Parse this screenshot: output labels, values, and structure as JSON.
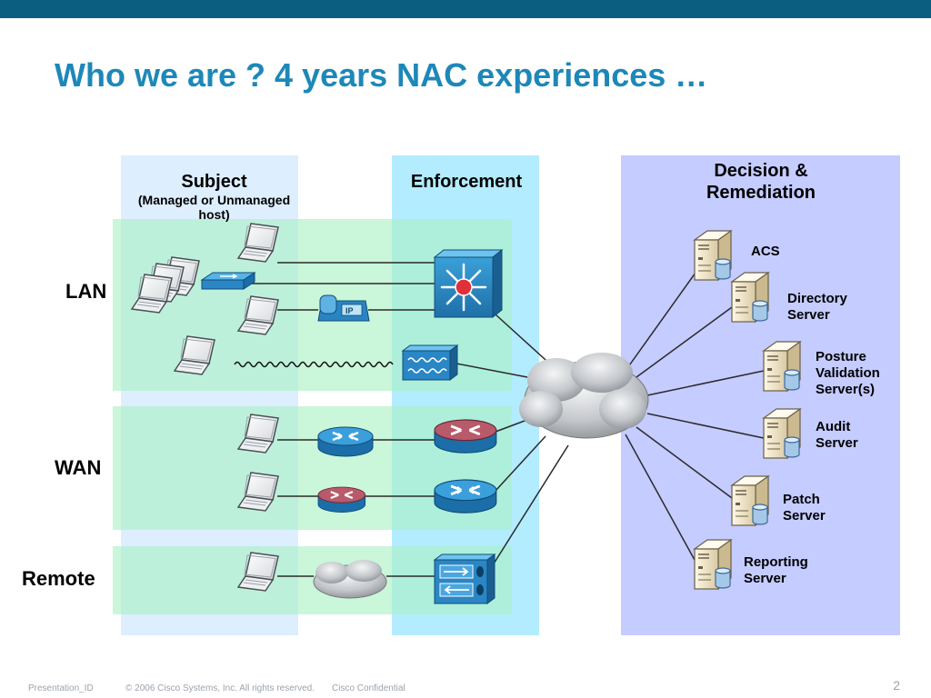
{
  "slide": {
    "title": "Who we are ? 4 years NAC experiences …",
    "page_number": "2"
  },
  "columns": {
    "subject": {
      "title": "Subject",
      "subtitle_line1": "(Managed or Unmanaged",
      "subtitle_line2": "host)"
    },
    "enforcement": {
      "title": "Enforcement"
    },
    "decision": {
      "title_line1": "Decision &",
      "title_line2": "Remediation"
    }
  },
  "rows": {
    "lan": "LAN",
    "wan": "WAN",
    "remote": "Remote"
  },
  "servers": [
    {
      "line1": "ACS",
      "line2": ""
    },
    {
      "line1": "Directory",
      "line2": "Server"
    },
    {
      "line1": "Posture",
      "line2": "Validation",
      "line3": "Server(s)"
    },
    {
      "line1": "Audit",
      "line2": "Server"
    },
    {
      "line1": "Patch",
      "line2": "Server"
    },
    {
      "line1": "Reporting",
      "line2": "Server"
    }
  ],
  "icons": {
    "ip_phone_text": "IP"
  },
  "footer": {
    "presentation_id": "Presentation_ID",
    "copyright": "© 2006 Cisco Systems, Inc. All rights reserved.",
    "confidential": "Cisco Confidential"
  },
  "colors": {
    "title": "#1d88b8",
    "top_bar": "#0b5e80",
    "subject_column": "#ddeeff",
    "enforcement_column": "#b3ecff",
    "decision_column": "#c5ccff",
    "row_band": "#aaf0c4"
  }
}
